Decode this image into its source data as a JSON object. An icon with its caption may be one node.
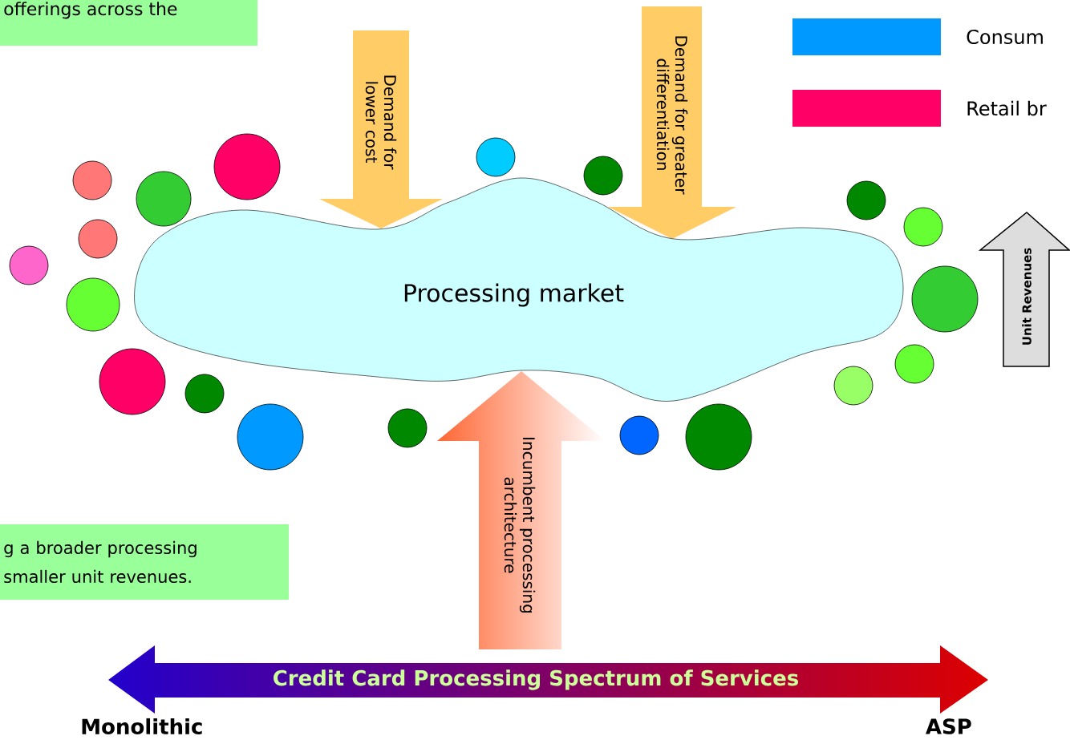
{
  "diagram": {
    "nodes": [
      {
        "text": [
          "Processing market"
        ]
      },
      {
        "text": [
          "offerings across the"
        ]
      },
      {
        "text": [
          "g a broader processing smaller unit revenues."
        ]
      },
      {
        "text": [
          "Demand for lower cost"
        ]
      },
      {
        "text": [
          "Demand for greater differentiation"
        ]
      },
      {
        "text": [
          "Incumbent processing architecture"
        ]
      },
      {
        "text": [
          "Unit Revenues"
        ]
      },
      {
        "text": [
          "Credit Card Processing Spectrum of Services"
        ]
      },
      {
        "text": [],
        "shape": "circle"
      },
      {
        "text": [],
        "shape": "circle"
      },
      {
        "text": [],
        "shape": "circle"
      },
      {
        "text": [],
        "shape": "circle"
      },
      {
        "text": [],
        "shape": "circle"
      },
      {
        "text": [],
        "shape": "circle"
      },
      {
        "text": [],
        "shape": "circle"
      },
      {
        "text": [],
        "shape": "circle"
      },
      {
        "text": [],
        "shape": "circle"
      },
      {
        "text": [],
        "shape": "circle"
      },
      {
        "text": [],
        "shape": "circle"
      },
      {
        "text": [],
        "shape": "circle"
      },
      {
        "text": [],
        "shape": "circle"
      },
      {
        "text": [],
        "shape": "circle"
      },
      {
        "text": [],
        "shape": "circle"
      },
      {
        "text": [],
        "shape": "circle"
      },
      {
        "text": [],
        "shape": "circle"
      },
      {
        "text": [],
        "shape": "circle"
      },
      {
        "text": [],
        "shape": "circle"
      }
    ],
    "labels": [
      "Monolithic",
      "ASP"
    ],
    "legend": [
      {
        "text": "Consum",
        "color": "#0099ff"
      },
      {
        "text": "Retail br",
        "color": "#ff0066"
      }
    ]
  }
}
